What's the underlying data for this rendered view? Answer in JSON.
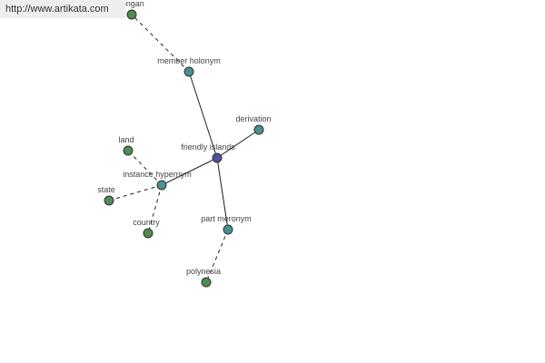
{
  "watermark": "http://www.artikata.com",
  "colors": {
    "center": "#5050a0",
    "relation": "#4a9090",
    "leaf": "#4f8c4f",
    "edge": "#222222"
  },
  "graph": {
    "nodes": [
      {
        "id": "friendly-islands",
        "label": "friendly islands",
        "kind": "center"
      },
      {
        "id": "member-holonym",
        "label": "member holonym",
        "kind": "relation"
      },
      {
        "id": "derivation",
        "label": "derivation",
        "kind": "relation"
      },
      {
        "id": "instance-hypernym",
        "label": "instance hypernym",
        "kind": "relation"
      },
      {
        "id": "part-meronym",
        "label": "part meronym",
        "kind": "relation"
      },
      {
        "id": "tonga",
        "label": "tongan",
        "kind": "leaf"
      },
      {
        "id": "land",
        "label": "land",
        "kind": "leaf"
      },
      {
        "id": "state",
        "label": "state",
        "kind": "leaf"
      },
      {
        "id": "country",
        "label": "country",
        "kind": "leaf"
      },
      {
        "id": "polynesia",
        "label": "polynesia",
        "kind": "leaf"
      }
    ],
    "edges": [
      {
        "from": "friendly-islands",
        "to": "member-holonym",
        "style": "solid"
      },
      {
        "from": "friendly-islands",
        "to": "derivation",
        "style": "solid"
      },
      {
        "from": "friendly-islands",
        "to": "instance-hypernym",
        "style": "solid"
      },
      {
        "from": "friendly-islands",
        "to": "part-meronym",
        "style": "solid"
      },
      {
        "from": "member-holonym",
        "to": "tonga",
        "style": "dashed"
      },
      {
        "from": "instance-hypernym",
        "to": "land",
        "style": "dashed"
      },
      {
        "from": "instance-hypernym",
        "to": "state",
        "style": "dashed"
      },
      {
        "from": "instance-hypernym",
        "to": "country",
        "style": "dashed"
      },
      {
        "from": "part-meronym",
        "to": "polynesia",
        "style": "dashed"
      }
    ]
  }
}
